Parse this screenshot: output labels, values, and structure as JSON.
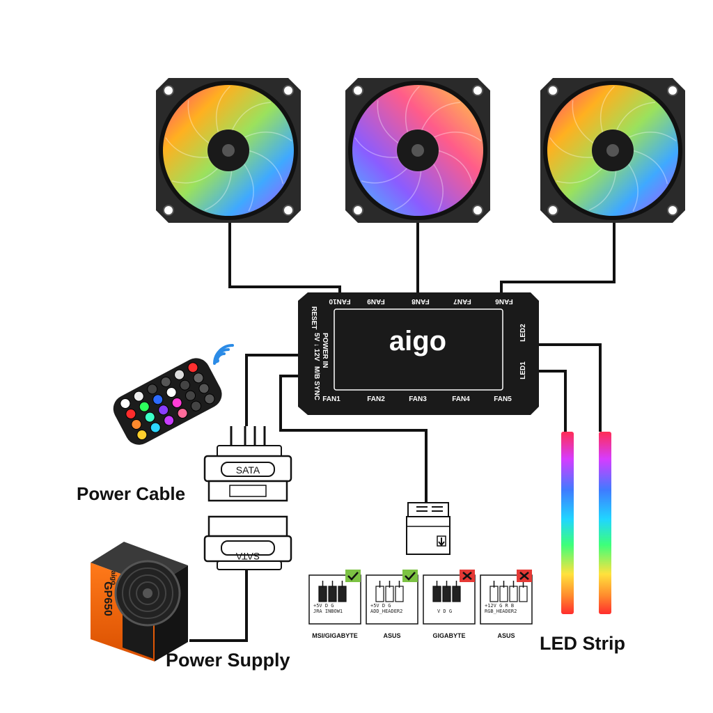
{
  "brand": "aigo",
  "labels": {
    "power_cable": "Power Cable",
    "power_supply": "Power Supply",
    "led_strip": "LED Strip",
    "sata_top": "SATA",
    "sata_bottom": "SATA",
    "psu_model": "GP650",
    "psu_brand": "aigo"
  },
  "hub": {
    "top_ports": [
      "FAN10",
      "FAN9",
      "FAN8",
      "FAN7",
      "FAN6"
    ],
    "bottom_ports": [
      "FAN1",
      "FAN2",
      "FAN3",
      "FAN4",
      "FAN5"
    ],
    "left_labels": [
      "RESET",
      "POWER IN",
      "5V ↓ 12V",
      "M/B SYNC"
    ],
    "right_labels": [
      "LED2",
      "LED1"
    ]
  },
  "headers": [
    {
      "label": "JRA INBOW1",
      "pins": "+5V D G",
      "vendor": "MSI/GIGABYTE",
      "status": "ok"
    },
    {
      "label": "ADD_HEADER2",
      "pins": "+5V D G",
      "vendor": "ASUS",
      "status": "ok"
    },
    {
      "label": "V D G",
      "pins": "",
      "vendor": "GIGABYTE",
      "status": "bad"
    },
    {
      "label": "RGB_HEADER2",
      "pins": "+12V G R B",
      "vendor": "ASUS",
      "status": "bad"
    }
  ],
  "colors": {
    "ok": "#7cc243",
    "bad": "#e53935",
    "hub": "#1a1a1a",
    "cable": "#111111"
  }
}
